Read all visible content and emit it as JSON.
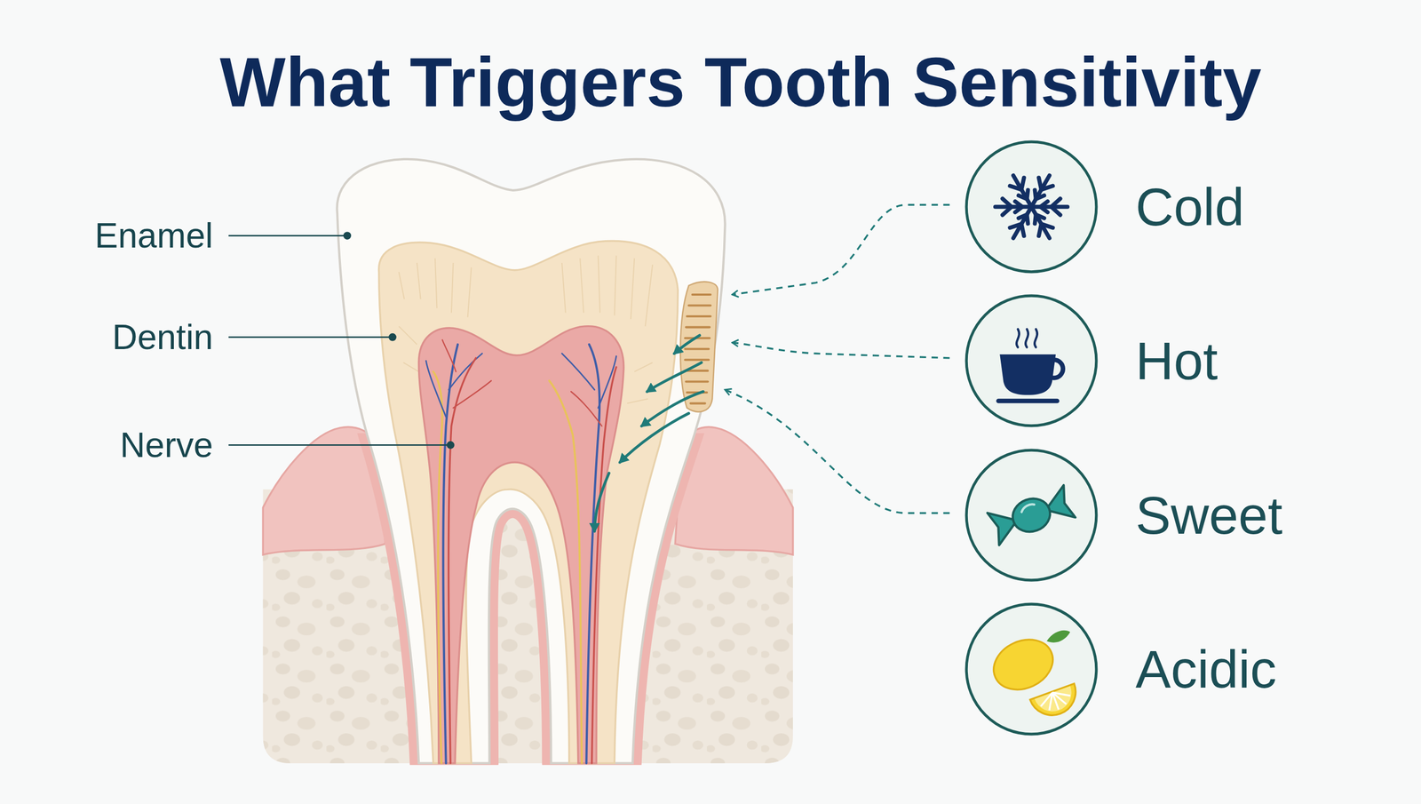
{
  "diagram": {
    "title": "What Triggers Tooth Sensitivity",
    "nodes": [
      {
        "text": [
          "Cold"
        ]
      },
      {
        "text": [
          "Hot"
        ]
      },
      {
        "text": [
          "Sweet"
        ]
      },
      {
        "text": [
          "Acidic"
        ]
      }
    ],
    "labels": [
      "Enamel",
      "Dentin",
      "Nerve"
    ]
  }
}
